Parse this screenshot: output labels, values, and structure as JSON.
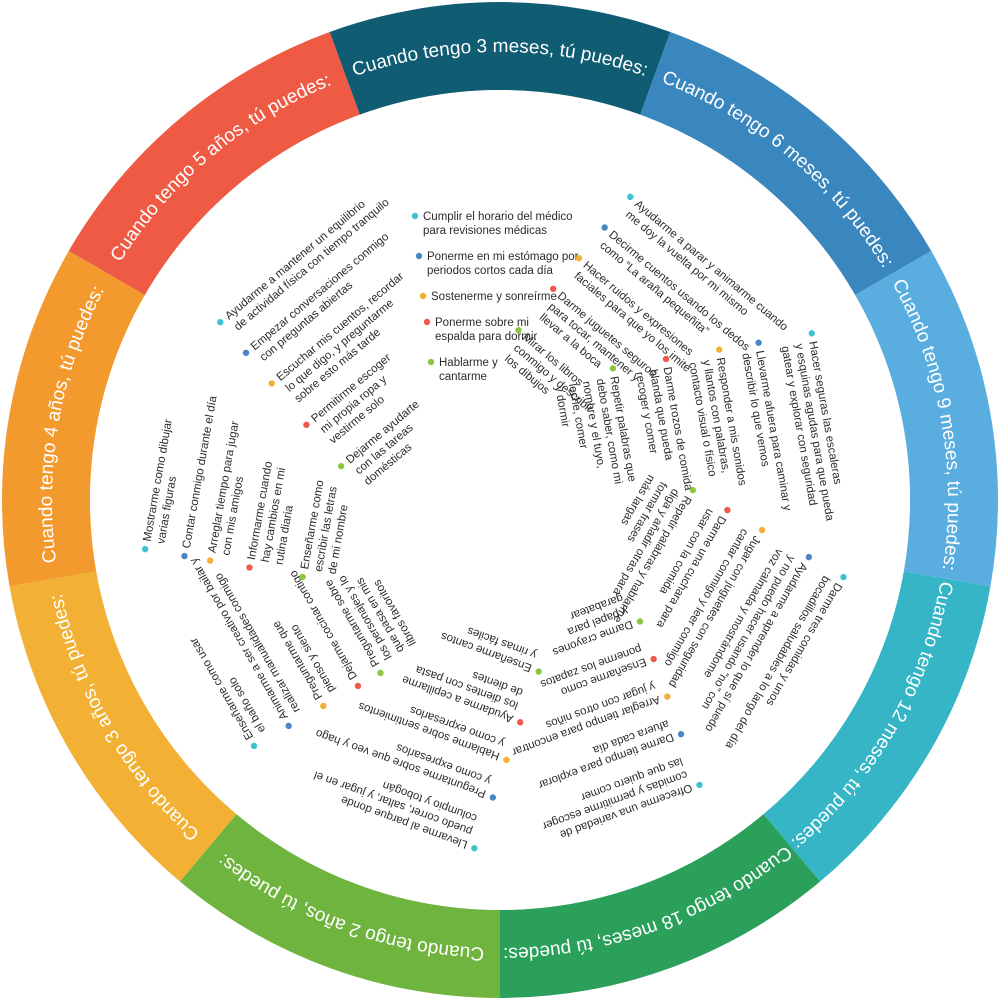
{
  "bullet_colors": [
    "#3fc3cf",
    "#4a86c4",
    "#f2b134",
    "#ef5a4a",
    "#8cc63e"
  ],
  "segments": [
    {
      "title": "Cuando tengo 3 meses, tú puedes:",
      "color": "#0f5c73",
      "items": [
        {
          "lines": [
            "Cumplir el horario del médico",
            "para revisiones médicas"
          ]
        },
        {
          "lines": [
            "Ponerme en mi estómago por",
            "periodos cortos cada día"
          ]
        },
        {
          "lines": [
            "Sostenerme y sonreírme"
          ]
        },
        {
          "lines": [
            "Ponerme sobre mi",
            "espalda para dormir"
          ]
        },
        {
          "lines": [
            "Hablarme y",
            "cantarme"
          ]
        }
      ]
    },
    {
      "title": "Cuando tengo 6 meses, tú puedes:",
      "color": "#3a86bf",
      "items": [
        {
          "lines": [
            "Ayudarme a parar y animarme cuando",
            "me doy la vuelta por mi mismo"
          ]
        },
        {
          "lines": [
            "Decirme cuentos usando los dedos",
            "como “La araña pequeñita”"
          ]
        },
        {
          "lines": [
            "Hacer ruidos y expresiones",
            "faciales para que yo los imite"
          ]
        },
        {
          "lines": [
            "Darme juguetes seguros",
            "para tocar, mantener y",
            "llevar a la boca"
          ]
        },
        {
          "lines": [
            "Mirar los libros",
            "conmigo y describir",
            "los dibujos"
          ]
        }
      ]
    },
    {
      "title": "Cuando tengo 9 meses, tú puedes:",
      "color": "#5aaedf",
      "items": [
        {
          "lines": [
            "Hacer seguras las escaleras",
            "y esquinas agudas para que pueda",
            "gatear y explorar con seguridad"
          ]
        },
        {
          "lines": [
            "Llevarme afuera para caminar y",
            "describir lo que vemos"
          ]
        },
        {
          "lines": [
            "Responder a mis sonidos",
            "y llantos con palabras,",
            "contacto visual o físico"
          ]
        },
        {
          "lines": [
            "Darme trozos de comida",
            "blanda que pueda",
            "recoger y comer"
          ]
        },
        {
          "lines": [
            "Repetir palabras que",
            "debo saber, como mi",
            "nombre y el tuyo,",
            "leche, comer",
            "y dormir"
          ]
        }
      ]
    },
    {
      "title": "Cuando tengo 12 meses, tú puedes:",
      "color": "#35b5c5",
      "items": [
        {
          "lines": [
            "Darme tres comidas y unos",
            "bocadillos saludables a lo largo del día"
          ]
        },
        {
          "lines": [
            "Ayudarme a aprender lo que sí puedo",
            "y no puedo hacer usando “no” con",
            "voz calmada y mostrándome"
          ]
        },
        {
          "lines": [
            "Jugar con juguetes con seguridad",
            "cantar conmigo y leer conmigo"
          ]
        },
        {
          "lines": [
            "Darme una cuchara para",
            "usar con la comida"
          ]
        },
        {
          "lines": [
            "Repetir palabras y hablarme",
            "diga y añadir otras para",
            "formar frases",
            "más largas"
          ]
        }
      ]
    },
    {
      "title": "Cuando tengo 18 meses, tú puedes:",
      "color": "#2aa05a",
      "items": [
        {
          "lines": [
            "Ofrecerme una variedad de",
            "comidas y permitirme escoger",
            "las que quiero comer"
          ]
        },
        {
          "lines": [
            "Darme tiempo para explorar",
            "afuera cada día"
          ]
        },
        {
          "lines": [
            "Arreglar tiempo para encontrar",
            "y jugar con otros niños"
          ]
        },
        {
          "lines": [
            "Enseñarme como",
            "ponerme los zapatos"
          ]
        },
        {
          "lines": [
            "Darme crayones",
            "y papel para",
            "garabatear"
          ]
        }
      ]
    },
    {
      "title": "Cuando tengo 2 años, tú puedes:",
      "color": "#6fb43f",
      "items": [
        {
          "lines": [
            "Llevarme al parque donde",
            "puedo correr, saltar, y jugar en el",
            "columpio y tobogán"
          ]
        },
        {
          "lines": [
            "Preguntarme sobre que veo y hago",
            "y como expresarlos"
          ]
        },
        {
          "lines": [
            "Hablarme sobre sentimientos",
            "y como expresarlos"
          ]
        },
        {
          "lines": [
            "Ayudarme a cepillarme",
            "los dientes con pasta",
            "de dientes"
          ]
        },
        {
          "lines": [
            "Enseñarme cantos",
            "y rimas fáciles"
          ]
        }
      ]
    },
    {
      "title": "Cuando tengo 3 años, tú puedes:",
      "color": "#f2b134",
      "items": [
        {
          "lines": [
            "Enseñarme como usar",
            "el baño solo"
          ]
        },
        {
          "lines": [
            "Animarme a ser creativo por bailar y",
            "realizar manualidades conmigo"
          ]
        },
        {
          "lines": [
            "Preguntarme que",
            "pienso y siento"
          ]
        },
        {
          "lines": [
            "Dejarme cocinar contigo"
          ]
        },
        {
          "lines": [
            "Preguntarme sobre",
            "los personajes y lo",
            "que pasa en mis",
            "libros favoritos"
          ]
        }
      ]
    },
    {
      "title": "Cuando tengo 4 años, tú puedes:",
      "color": "#f39a2e",
      "items": [
        {
          "lines": [
            "Mostrarme como dibujar",
            "varias figuras"
          ]
        },
        {
          "lines": [
            "Contar conmigo durante el día"
          ]
        },
        {
          "lines": [
            "Arreglar tiempo para jugar",
            "con mis amigos"
          ]
        },
        {
          "lines": [
            "Informarme cuando",
            "hay cambios en mi",
            "rutina diaria"
          ]
        },
        {
          "lines": [
            "Enseñarme como",
            "escribir las letras",
            "de mi nombre"
          ]
        }
      ]
    },
    {
      "title": "Cuando tengo 5 años, tú puedes:",
      "color": "#ee5a44",
      "items": [
        {
          "lines": [
            "Ayudarme a mantener un equilibrio",
            "de actividad física con tiempo tranquilo"
          ]
        },
        {
          "lines": [
            "Empezar conversaciones conmigo",
            "con preguntas abiertas"
          ]
        },
        {
          "lines": [
            "Escuchar mis cuentos, recordar",
            "lo que digo, y preguntarme",
            "sobre esto más tarde"
          ]
        },
        {
          "lines": [
            "Permitirme escoger",
            "mi propia ropa y",
            "vestirme solo"
          ]
        },
        {
          "lines": [
            "Dejarme ayudarte",
            "con las tareas",
            "domésticas"
          ]
        }
      ]
    }
  ]
}
